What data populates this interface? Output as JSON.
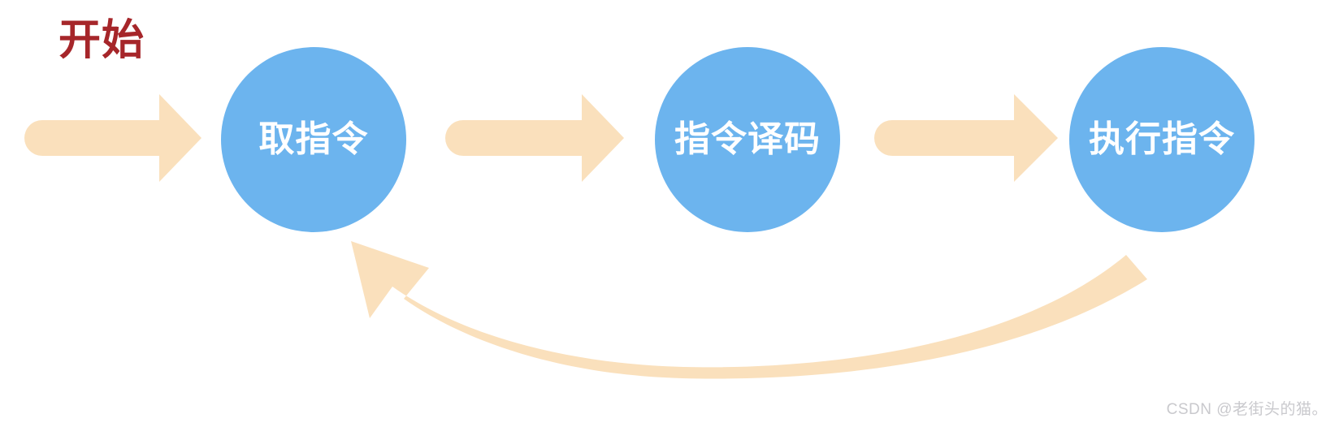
{
  "diagram": {
    "title_label": "开始",
    "title_color": "#A6262A",
    "background_color": "#FFFFFF",
    "stage_fill_color": "#6CB4EE",
    "stage_text_color": "#FFFFFF",
    "arrow_color": "#FAE0BC",
    "stages": [
      {
        "label": "取指令",
        "name": "fetch-instruction"
      },
      {
        "label": "指令译码",
        "name": "decode-instruction"
      },
      {
        "label": "执行指令",
        "name": "execute-instruction"
      }
    ],
    "connectors": [
      {
        "name": "start-arrow",
        "kind": "straight-arrow-right",
        "from": "开始",
        "to": "取指令"
      },
      {
        "name": "fetch-to-decode-arrow",
        "kind": "straight-arrow-right",
        "from": "取指令",
        "to": "指令译码"
      },
      {
        "name": "decode-to-execute-arrow",
        "kind": "straight-arrow-right",
        "from": "指令译码",
        "to": "执行指令"
      },
      {
        "name": "execute-to-fetch-loop-arrow",
        "kind": "curved-arrow-left",
        "from": "执行指令",
        "to": "取指令"
      }
    ]
  },
  "watermark": {
    "text": "CSDN @老街头的猫。"
  }
}
